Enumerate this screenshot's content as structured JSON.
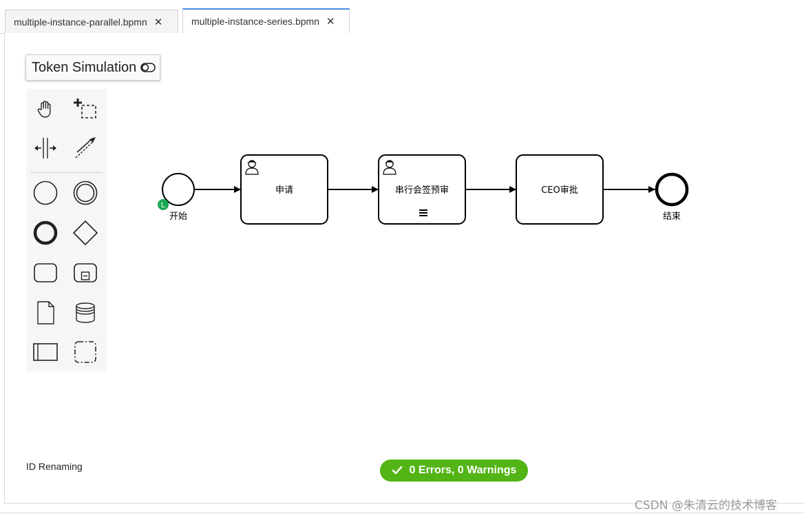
{
  "tabs": [
    {
      "label": "multiple-instance-parallel.bpmn",
      "close": "✕",
      "active": false
    },
    {
      "label": "multiple-instance-series.bpmn",
      "close": "✕",
      "active": true
    }
  ],
  "token_simulation": {
    "label": "Token Simulation",
    "icon": "toggle-icon"
  },
  "palette": {
    "items": [
      "hand-tool-icon",
      "lasso-tool-icon",
      "space-tool-icon",
      "global-connect-icon",
      "start-event-icon",
      "intermediate-event-icon",
      "end-event-icon",
      "gateway-icon",
      "task-icon",
      "subprocess-icon",
      "data-object-icon",
      "data-store-icon",
      "participant-icon",
      "group-icon"
    ]
  },
  "diagram": {
    "start_event": {
      "label": "开始",
      "badge": "L",
      "badge_color": "#1aaa55"
    },
    "tasks": [
      {
        "label": "申请",
        "type": "user-task",
        "multi_instance": false
      },
      {
        "label": "串行会签预审",
        "type": "user-task",
        "multi_instance": true
      },
      {
        "label": "CEO审批",
        "type": "task",
        "multi_instance": false
      }
    ],
    "end_event": {
      "label": "结束"
    }
  },
  "footer": {
    "id_renaming": "ID Renaming",
    "status": "0 Errors, 0 Warnings",
    "status_color": "#52b415"
  },
  "watermark": "CSDN @朱清云的技术博客"
}
